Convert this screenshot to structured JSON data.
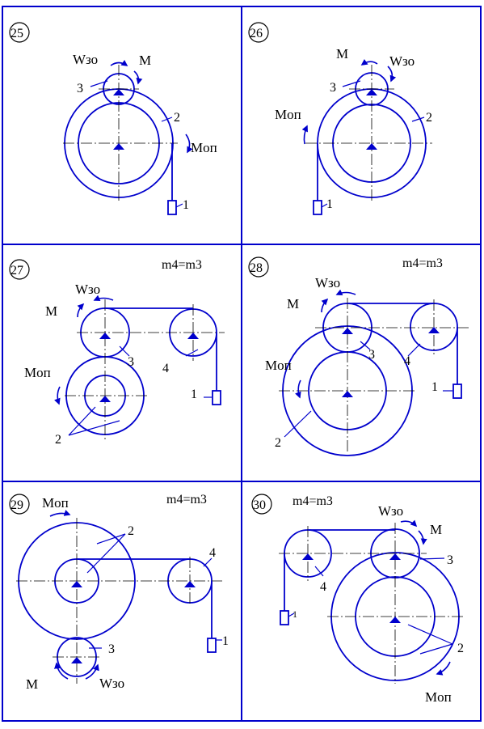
{
  "colors": {
    "line": "#0000cc",
    "axis": "#000000",
    "text": "#000000",
    "background": "#ffffff"
  },
  "panels": [
    {
      "number": "25",
      "condition": "",
      "labels": {
        "w": "Wзо",
        "m": "M",
        "mop": "Mоп",
        "g1": "1",
        "g2": "2",
        "g3": "3"
      }
    },
    {
      "number": "26",
      "condition": "",
      "labels": {
        "w": "Wзо",
        "m": "M",
        "mop": "Mоп",
        "g1": "1",
        "g2": "2",
        "g3": "3"
      }
    },
    {
      "number": "27",
      "condition": "m4=m3",
      "labels": {
        "w": "Wзо",
        "m": "M",
        "mop": "Mоп",
        "g1": "1",
        "g2": "2",
        "g3": "3",
        "g4": "4"
      }
    },
    {
      "number": "28",
      "condition": "m4=m3",
      "labels": {
        "w": "Wзо",
        "m": "M",
        "mop": "Mоп",
        "g1": "1",
        "g2": "2",
        "g3": "3",
        "g4": "4"
      }
    },
    {
      "number": "29",
      "condition": "m4=m3",
      "labels": {
        "w": "Wзо",
        "m": "M",
        "mop": "Mоп",
        "g1": "1",
        "g2": "2",
        "g3": "3",
        "g4": "4"
      }
    },
    {
      "number": "30",
      "condition": "m4=m3",
      "labels": {
        "w": "Wзо",
        "m": "M",
        "mop": "Mоп",
        "g1": "1",
        "g2": "2",
        "g3": "3",
        "g4": "4"
      }
    }
  ]
}
